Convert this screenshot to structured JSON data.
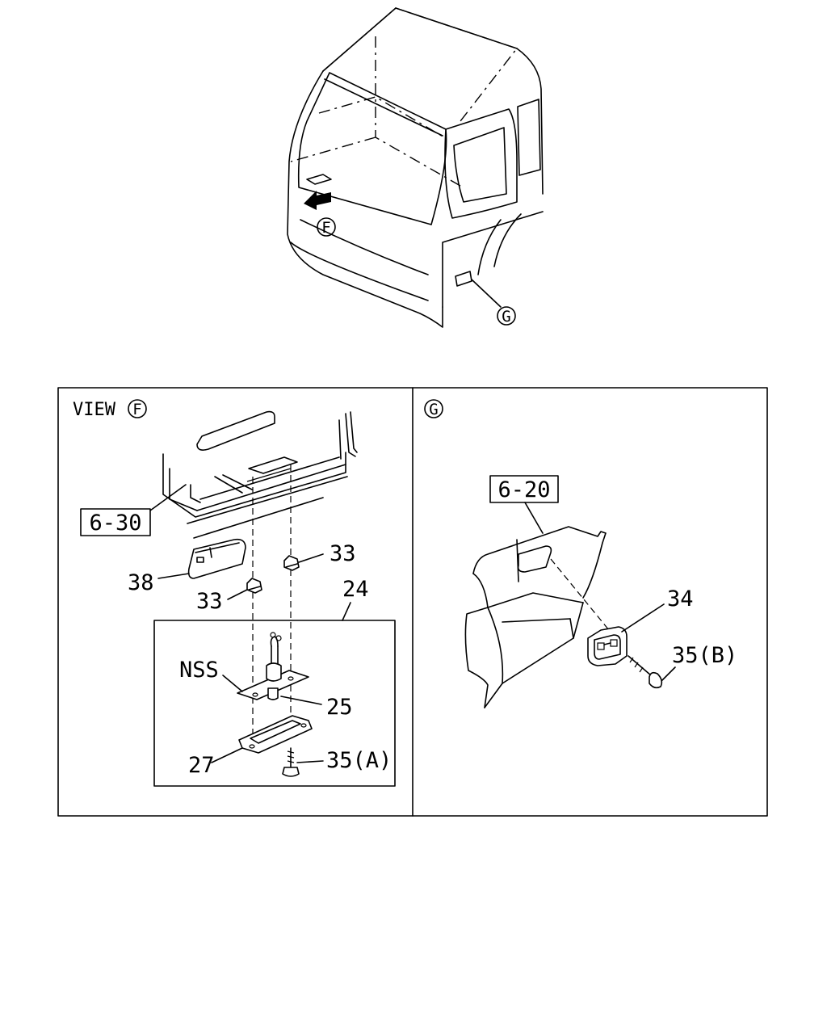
{
  "diagram": {
    "view_f_prefix": "VIEW",
    "view_f_marker": "F",
    "view_g_marker": "G",
    "overview_markers": {
      "f": "F",
      "g": "G"
    },
    "refs": {
      "ref_630": "6-30",
      "ref_620": "6-20"
    },
    "parts": {
      "p38": "38",
      "p33_top": "33",
      "p33_bottom": "33",
      "p24": "24",
      "nss": "NSS",
      "p25": "25",
      "p27": "27",
      "p35a": "35(A)",
      "p34": "34",
      "p35b": "35(B)"
    }
  }
}
